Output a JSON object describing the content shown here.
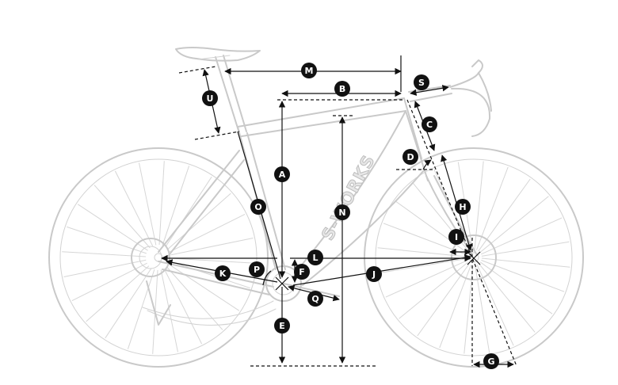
{
  "frame": {
    "brand_text": "S-WORKS"
  },
  "labels": {
    "A": "A",
    "B": "B",
    "C": "C",
    "D": "D",
    "E": "E",
    "F": "F",
    "G": "G",
    "H": "H",
    "I": "I",
    "J": "J",
    "K": "K",
    "L": "L",
    "M": "M",
    "N": "N",
    "O": "O",
    "P": "P",
    "Q": "Q",
    "S": "S",
    "U": "U"
  }
}
